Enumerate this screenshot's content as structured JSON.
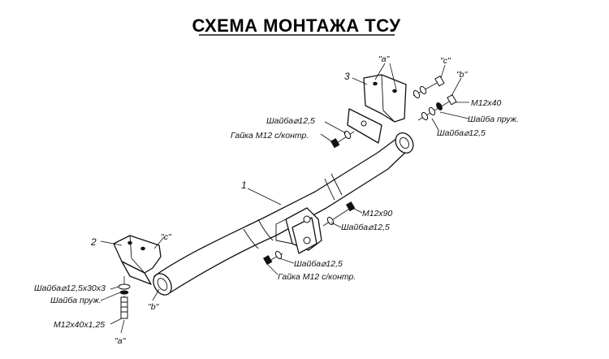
{
  "title": "СХЕМА МОНТАЖА ТСУ",
  "part_numbers": {
    "beam": "1",
    "left_bracket": "2",
    "right_bracket": "3"
  },
  "points": {
    "a": "\"a\"",
    "b": "\"b\"",
    "c": "\"c\""
  },
  "labels": {
    "right_bolt": "M12x40",
    "right_spring_washer": "Шайба пруж.",
    "right_washer": "Шайба⌀12,5",
    "top_washer": "Шайба⌀12,5",
    "top_nut": "Гайка М12 с/контр.",
    "center_bolt": "M12x90",
    "center_washer": "Шайба⌀12,5",
    "bottom_washer": "Шайба⌀12,5",
    "bottom_nut": "Гайка М12 с/контр.",
    "left_big_washer": "Шайба⌀12,5x30x3",
    "left_spring_washer": "Шайба пруж.",
    "left_bolt": "M12x40x1,25"
  }
}
